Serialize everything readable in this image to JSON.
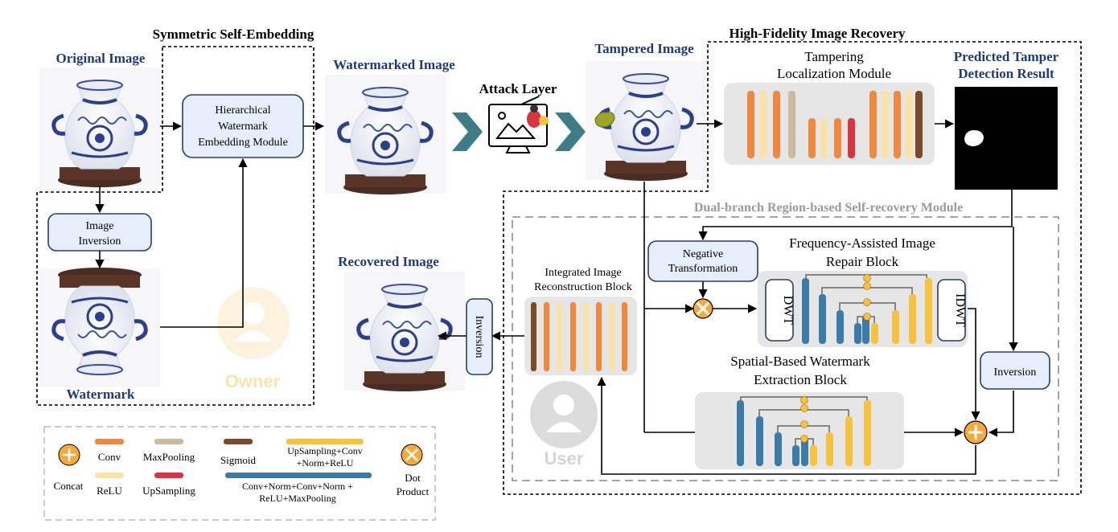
{
  "sections": {
    "symmetric": "Symmetric Self-Embedding",
    "high_fidelity": "High-Fidelity Image Recovery",
    "dual_branch": "Dual-branch Region-based Self-recovery Module"
  },
  "images": {
    "original": "Original Image",
    "watermarked": "Watermarked Image",
    "tampered": "Tampered Image",
    "predicted_line1": "Predicted Tamper",
    "predicted_line2": "Detection Result",
    "watermark": "Watermark",
    "recovered": "Recovered Image"
  },
  "modules": {
    "hwem": [
      "Hierarchical",
      "Watermark",
      "Embedding Module"
    ],
    "image_inversion": [
      "Image",
      "Inversion"
    ],
    "attack_layer": "Attack Layer",
    "tlm": [
      "Tampering",
      "Localization Module"
    ],
    "negative": [
      "Negative",
      "Transformation"
    ],
    "fair": [
      "Frequency-Assisted Image",
      "Repair Block"
    ],
    "dwt": "DWT",
    "idwt": "IDWT",
    "swe": [
      "Spatial-Based Watermark",
      "Extraction Block"
    ],
    "iir": [
      "Integrated Image",
      "Reconstruction Block"
    ],
    "inversion_right": "Inversion",
    "inversion_left": "Inversion"
  },
  "roles": {
    "owner": "Owner",
    "user": "User"
  },
  "legend": {
    "concat": "Concat",
    "conv": "Conv",
    "relu": "ReLU",
    "maxpool": "MaxPooling",
    "upsampling": "UpSampling",
    "sigmoid": "Sigmoid",
    "upconv": [
      "UpSampling+Conv",
      "+Norm+ReLU"
    ],
    "block": [
      "Conv+Norm+Conv+Norm +",
      "ReLU+MaxPooling"
    ],
    "dot": [
      "Dot",
      "Product"
    ]
  },
  "colors": {
    "conv": "#f0883e",
    "relu": "#fbe3a8",
    "maxpool": "#cdb8a0",
    "upsampling": "#d9343f",
    "sigmoid": "#7a4a2a",
    "upconv": "#f7c23c",
    "block": "#3a7ba8",
    "navy_text": "#1f3a7a",
    "module_fill": "#e6eefc",
    "module_stroke": "#2a3c66",
    "arrow_teal": "#3e7c86"
  }
}
